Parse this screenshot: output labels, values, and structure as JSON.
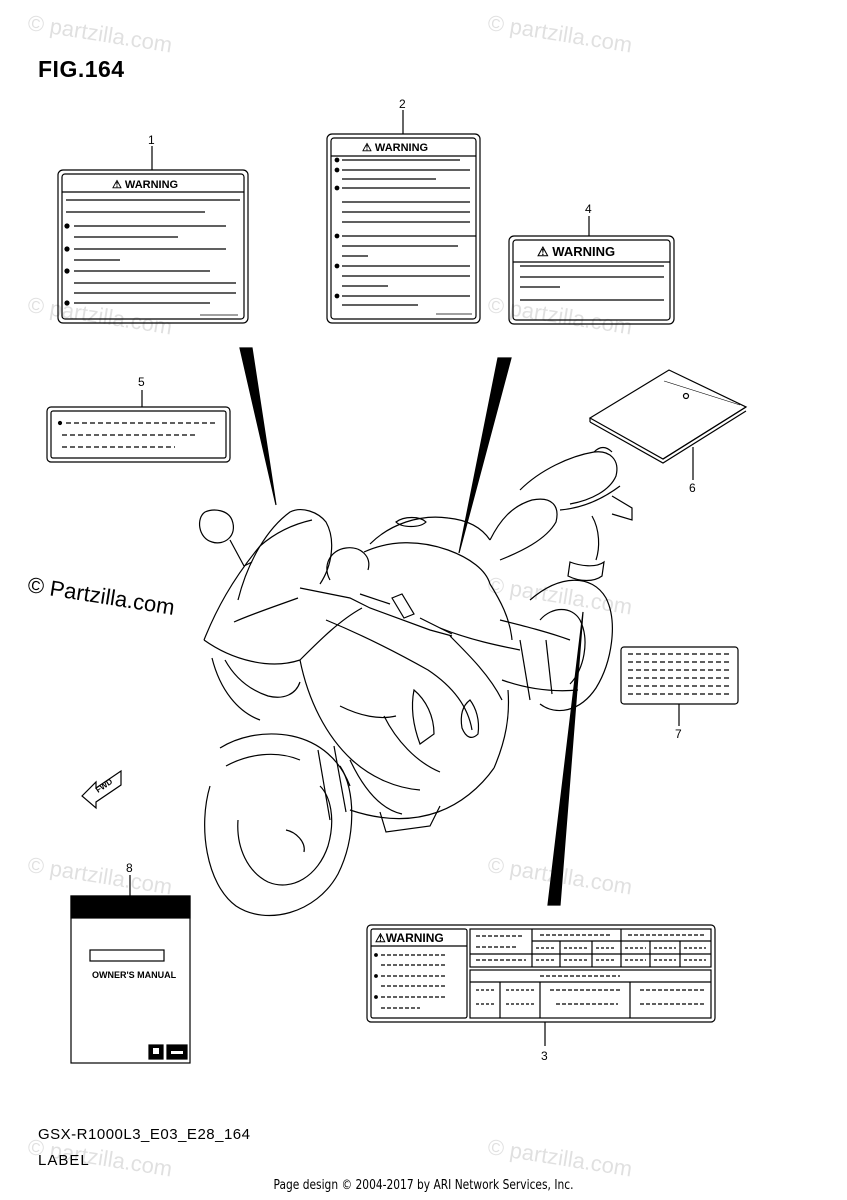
{
  "figure": {
    "title": "FIG.164",
    "code": "GSX-R1000L3_E03_E28_164",
    "section": "LABEL",
    "credit": "Page design © 2004-2017 by ARI Network Services, Inc.",
    "watermark_main": "© Partzilla.com",
    "watermark_faint": "© partzilla.com"
  },
  "labels": {
    "warning_text": "⚠ WARNING",
    "warning_text_3": "⚠WARNING",
    "manual_title": "OWNER'S MANUAL",
    "fwd_text": "FWD"
  },
  "callouts": [
    "1",
    "2",
    "3",
    "4",
    "5",
    "6",
    "7",
    "8"
  ]
}
